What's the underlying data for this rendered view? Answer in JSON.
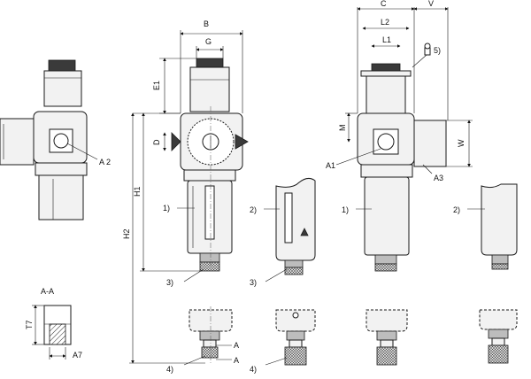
{
  "labels": {
    "B": "B",
    "G": "G",
    "C": "C",
    "V": "V",
    "L2": "L2",
    "L1": "L1",
    "five": "5)",
    "E1": "E1",
    "D": "D",
    "H1": "H1",
    "H2": "H2",
    "M": "M",
    "W": "W",
    "A1": "A1",
    "A2": "A 2",
    "A3": "A3",
    "AA": "A-A",
    "T7": "T7",
    "A7": "A7",
    "one_a": "1)",
    "one_b": "1)",
    "two_a": "2)",
    "two_b": "2)",
    "three_a": "3)",
    "three_b": "3)",
    "four_a": "4)",
    "four_b": "4)",
    "sec_a_top": "A",
    "sec_a_bot": "A"
  }
}
